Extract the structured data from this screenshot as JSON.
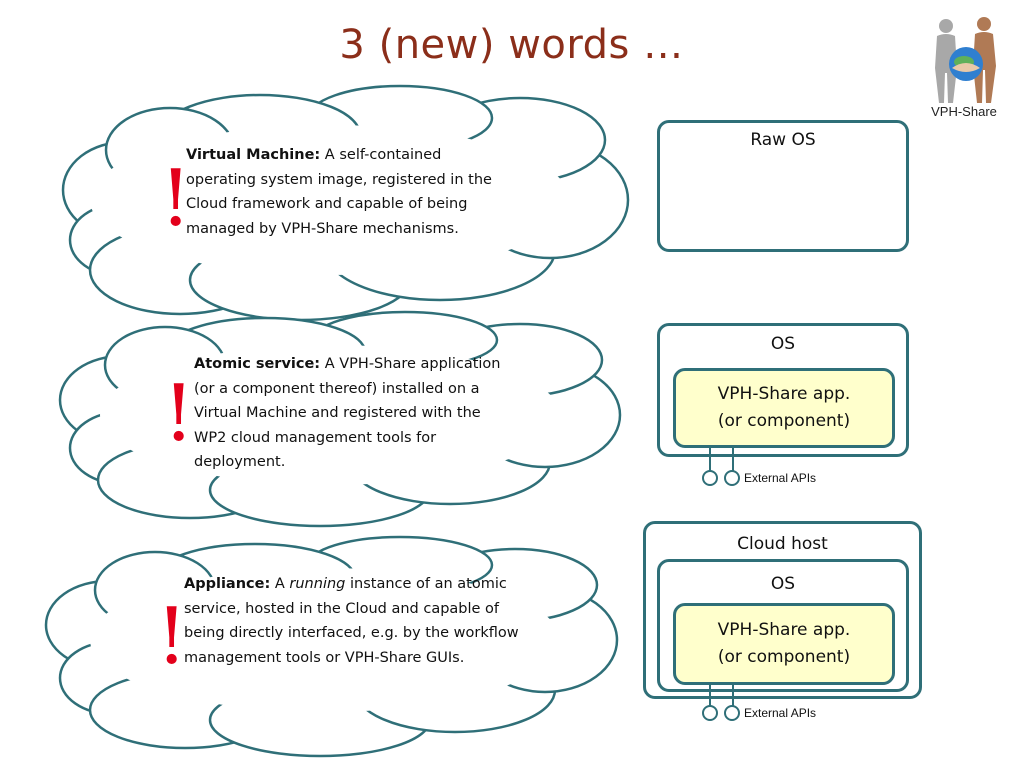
{
  "title": "3 (new) words …",
  "logo": {
    "label": "VPH-Share"
  },
  "definitions": [
    {
      "term": "Virtual Machine:",
      "text": " A self-contained operating system image, registered in the Cloud framework and capable of being managed by VPH-Share mechanisms.",
      "mark": "!"
    },
    {
      "term": "Atomic service:",
      "text": " A VPH-Share application (or a component thereof) installed on a Virtual Machine and registered with the WP2 cloud management tools for deployment.",
      "mark": "!"
    },
    {
      "term": "Appliance:",
      "text_pre": " A ",
      "text_em": "running",
      "text_post": " instance of an atomic service, hosted in the Cloud and capable of being directly interfaced, e.g. by the workflow management tools or VPH-Share GUIs.",
      "mark": "!"
    }
  ],
  "diagrams": {
    "raw_os": {
      "label": "Raw OS"
    },
    "atomic": {
      "os_label": "OS",
      "app_line1": "VPH-Share app.",
      "app_line2": "(or component)",
      "api_label": "External APIs"
    },
    "appliance": {
      "host_label": "Cloud host",
      "os_label": "OS",
      "app_line1": "VPH-Share app.",
      "app_line2": "(or component)",
      "api_label": "External APIs"
    }
  },
  "colors": {
    "title": "#8b2e1a",
    "outline": "#2f6f78",
    "exclamation": "#e3001b",
    "app_fill": "#ffffcc"
  }
}
